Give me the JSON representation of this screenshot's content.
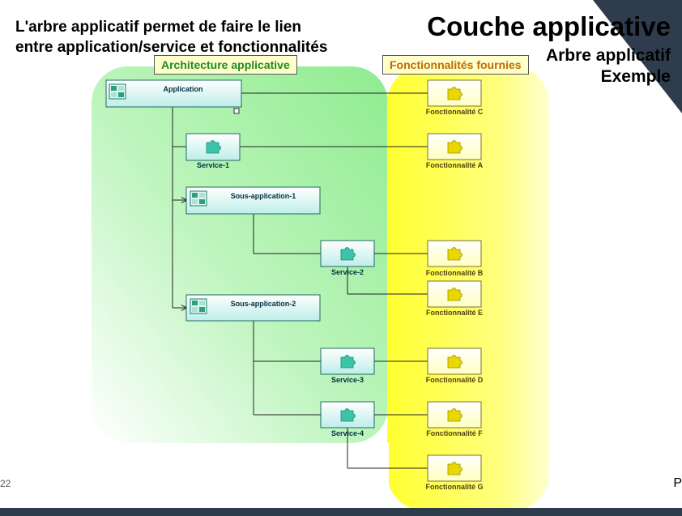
{
  "intro": {
    "line1": "L'arbre applicatif permet de faire le lien",
    "line2": "entre application/service et fonctionnalités"
  },
  "title": "Couche applicative",
  "subtitle": {
    "line1": "Arbre applicatif",
    "line2": "Exemple"
  },
  "page_number": "22",
  "footer_char": "P",
  "headers": {
    "architecture": "Architecture applicative",
    "fonctionnalites": "Fonctionnalités fournies"
  },
  "nodes": {
    "application": "Application",
    "service1": "Service-1",
    "sous_app1": "Sous-application-1",
    "service2": "Service-2",
    "sous_app2": "Sous-application-2",
    "service3": "Service-3",
    "service4": "Service-4",
    "func_c": "Fonctionnalité C",
    "func_a": "Fonctionnalité A",
    "func_b": "Fonctionnalité B",
    "func_e": "Fonctionnalité E",
    "func_d": "Fonctionnalité D",
    "func_f": "Fonctionnalité F",
    "func_g": "Fonctionnalité G"
  },
  "colors": {
    "arch_zone": "#9fef9f",
    "func_zone": "#ffff40",
    "node_fill": "#d6f7f4",
    "func_fill": "#ffffd8",
    "corner": "#2f3c4d"
  }
}
